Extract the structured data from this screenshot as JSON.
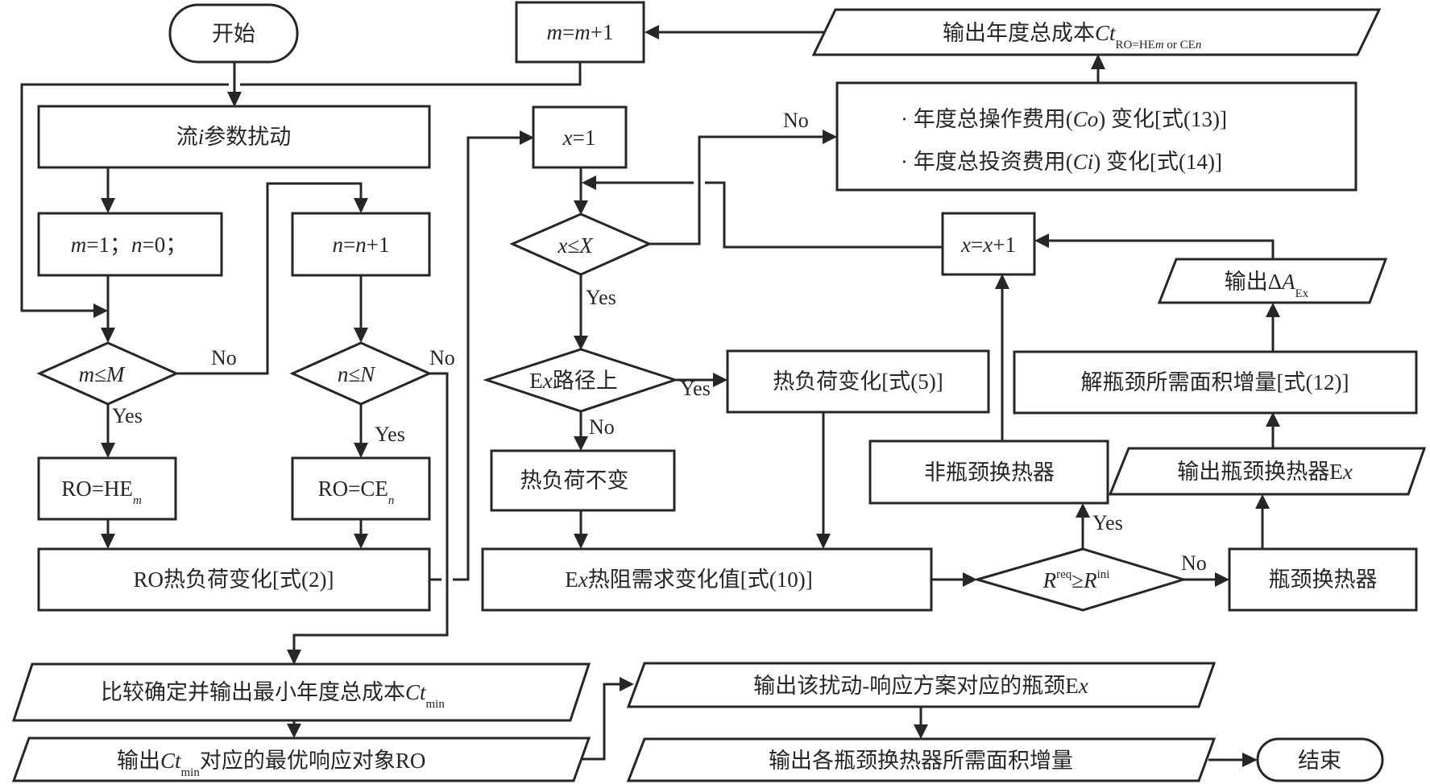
{
  "title": "流程图：扰动-响应方案求解流程",
  "nodes": {
    "start": {
      "label": "开始",
      "type": "terminal"
    },
    "end": {
      "label": "结束",
      "type": "terminal"
    },
    "perturb": {
      "label_pre": "流",
      "label_var": "i",
      "label_post": "参数扰动",
      "type": "process"
    },
    "init_mn": {
      "m": "m",
      "eq1": "=1；",
      "n": "n",
      "eq2": "=0；",
      "type": "process"
    },
    "m_inc": {
      "var1": "m",
      "eq": "=",
      "var2": "m",
      "post": "+1",
      "type": "process"
    },
    "n_inc": {
      "var1": "n",
      "eq": "=",
      "var2": "n",
      "post": "+1",
      "type": "process"
    },
    "m_check": {
      "var": "m",
      "op": "≤",
      "bound": "M",
      "type": "decision"
    },
    "n_check": {
      "var": "n",
      "op": "≤",
      "bound": "N",
      "type": "decision"
    },
    "ro_he": {
      "label": "RO=HE",
      "sub": "m",
      "type": "process"
    },
    "ro_ce": {
      "label": "RO=CE",
      "sub": "n",
      "type": "process"
    },
    "ro_duty": {
      "label": "RO热负荷变化[式(2)]",
      "type": "process"
    },
    "x_init": {
      "var": "x",
      "post": "=1",
      "type": "process"
    },
    "x_check": {
      "var": "x",
      "op": "≤",
      "bound": "X",
      "type": "decision"
    },
    "ex_path": {
      "pre": "E",
      "var": "x",
      "post": "路径上",
      "type": "decision"
    },
    "duty_change": {
      "label": "热负荷变化[式(5)]",
      "type": "process"
    },
    "duty_same": {
      "label": "热负荷不变",
      "type": "process"
    },
    "ex_resist": {
      "pre": "E",
      "var": "x",
      "post": "热阻需求变化值[式(10)]",
      "type": "process"
    },
    "r_check": {
      "r1": "R",
      "sup1": "req",
      "op": "≥",
      "r2": "R",
      "sup2": "ini",
      "type": "decision"
    },
    "non_bottleneck": {
      "label": "非瓶颈换热器",
      "type": "process"
    },
    "bottleneck": {
      "label": "瓶颈换热器",
      "type": "process"
    },
    "out_bottleneck": {
      "label": "输出瓶颈换热器E",
      "var": "x",
      "type": "io"
    },
    "solve_area": {
      "label": "解瓶颈所需面积增量[式(12)]",
      "type": "process"
    },
    "out_delta_a": {
      "pre": "输出",
      "delta": "Δ",
      "var": "A",
      "sub": "Ex",
      "type": "io"
    },
    "x_inc": {
      "var1": "x",
      "eq": "=",
      "var2": "x",
      "post": "+1",
      "type": "process"
    },
    "cost_change": {
      "line1_pre": "· 年度总操作费用(",
      "line1_var": "Co",
      "line1_post": ") 变化[式(13)]",
      "line2_pre": "· 年度总投资费用(",
      "line2_var": "Ci",
      "line2_post": ") 变化[式(14)]",
      "type": "process"
    },
    "out_cost": {
      "pre": "输出年度总成本",
      "var": "Ct",
      "sub_a": "RO=HE",
      "sub_m": "m",
      "sub_b": " or CE",
      "sub_n": "n",
      "type": "io"
    },
    "compare_min": {
      "pre": "比较确定并输出最小年度总成本",
      "var": "Ct",
      "sub": "min",
      "type": "io"
    },
    "out_optimal_ro": {
      "pre": "输出",
      "var": "Ct",
      "sub": "min",
      "post": "对应的最优响应对象RO",
      "type": "io"
    },
    "out_scheme_ex": {
      "pre": "输出该扰动-响应方案对应的瓶颈E",
      "var": "x",
      "type": "io"
    },
    "out_area_all": {
      "label": "输出各瓶颈换热器所需面积增量",
      "type": "io"
    }
  },
  "edge_labels": {
    "m_check_no": "No",
    "m_check_yes": "Yes",
    "n_check_no": "No",
    "n_check_yes": "Yes",
    "x_check_no": "No",
    "x_check_yes": "Yes",
    "ex_path_yes": "Yes",
    "ex_path_no": "No",
    "r_check_yes": "Yes",
    "r_check_no": "No"
  },
  "colors": {
    "stroke": "#262626",
    "fill": "#ffffff",
    "background": "#ffffff"
  }
}
